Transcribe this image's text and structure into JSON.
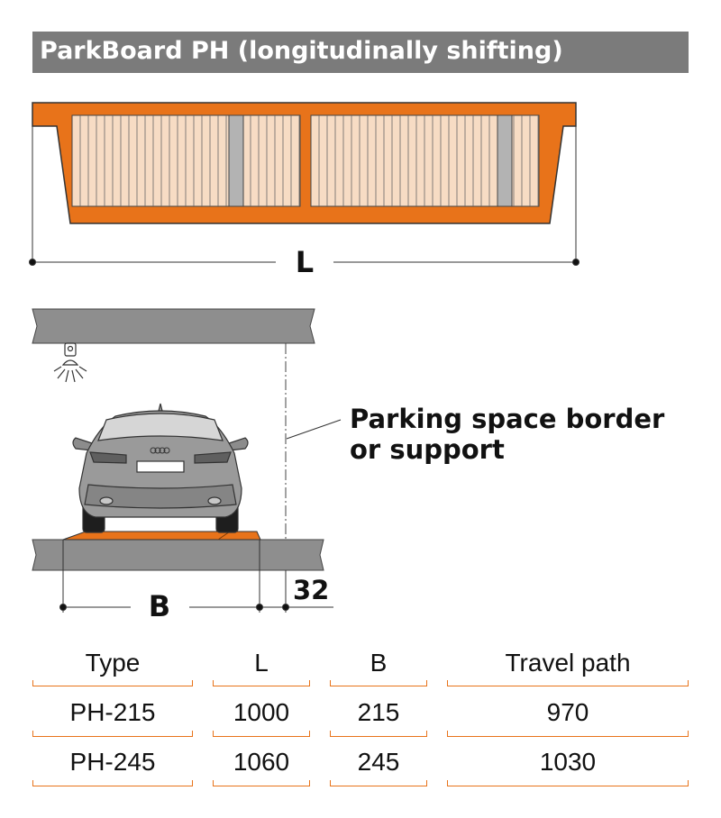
{
  "header": {
    "title": "ParkBoard PH (longitudinally shifting)"
  },
  "dimensions": {
    "length": "L",
    "width": "B",
    "clearance": "32"
  },
  "callout": {
    "line1": "Parking space border",
    "line2": "or support"
  },
  "colors": {
    "frame": "#e8731a",
    "slat": "#f7dcc4",
    "track": "#b3b3b3",
    "ceiling": "#8e8e8e",
    "header_bg": "#7b7b7b"
  },
  "table": {
    "headers": [
      "Type",
      "L",
      "B",
      "Travel path"
    ],
    "rows": [
      [
        "PH-215",
        "1000",
        "215",
        "970"
      ],
      [
        "PH-245",
        "1060",
        "245",
        "1030"
      ]
    ]
  }
}
